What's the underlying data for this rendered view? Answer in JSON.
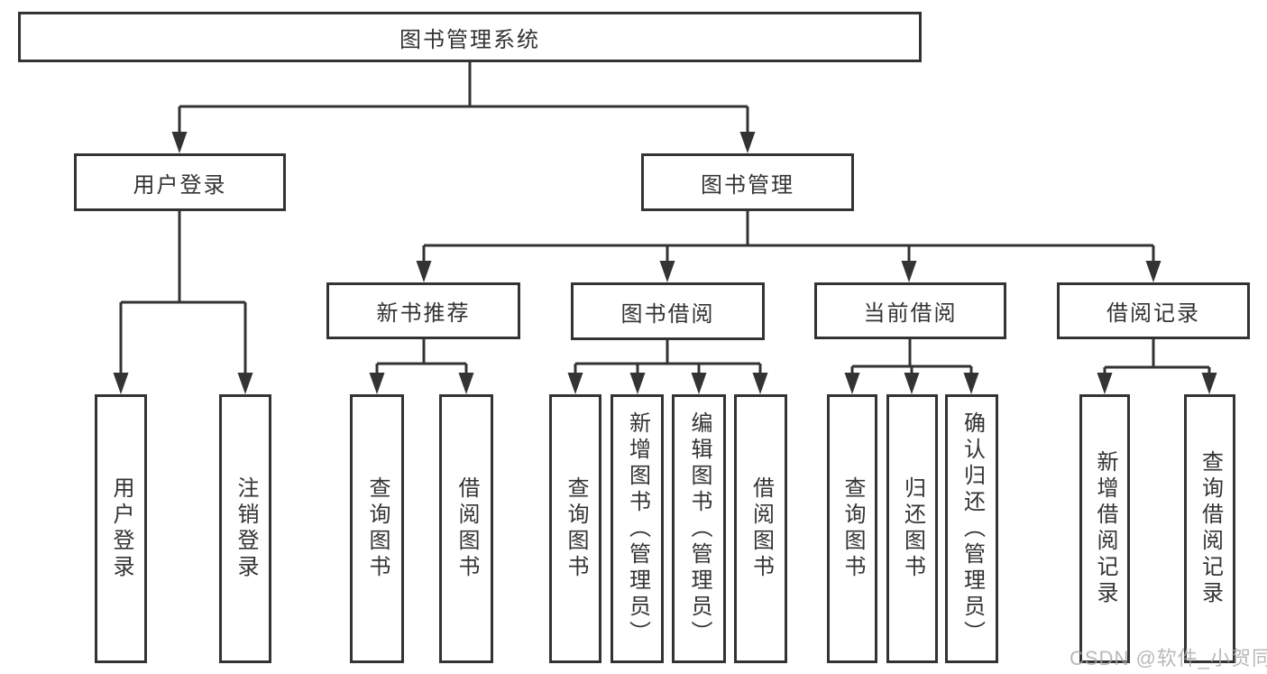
{
  "tree": {
    "label": "图书管理系统",
    "children": [
      {
        "label": "用户登录",
        "children": [
          {
            "label": "用户登录"
          },
          {
            "label": "注销登录"
          }
        ]
      },
      {
        "label": "图书管理",
        "children": [
          {
            "label": "新书推荐",
            "children": [
              {
                "label": "查询图书"
              },
              {
                "label": "借阅图书"
              }
            ]
          },
          {
            "label": "图书借阅",
            "children": [
              {
                "label": "查询图书"
              },
              {
                "label": "新增图书（管理员）"
              },
              {
                "label": "编辑图书（管理员）"
              },
              {
                "label": "借阅图书"
              }
            ]
          },
          {
            "label": "当前借阅",
            "children": [
              {
                "label": "查询图书"
              },
              {
                "label": "归还图书"
              },
              {
                "label": "确认归还（管理员）"
              }
            ]
          },
          {
            "label": "借阅记录",
            "children": [
              {
                "label": "新增借阅记录"
              },
              {
                "label": "查询借阅记录"
              }
            ]
          }
        ]
      }
    ]
  },
  "watermark": {
    "text": "CSDN @软件_小贺同学"
  },
  "colors": {
    "line": "#333333",
    "text": "#333333",
    "box_background": "#ffffff",
    "page_background": "#ffffff",
    "watermark": "#a8a8a8"
  }
}
